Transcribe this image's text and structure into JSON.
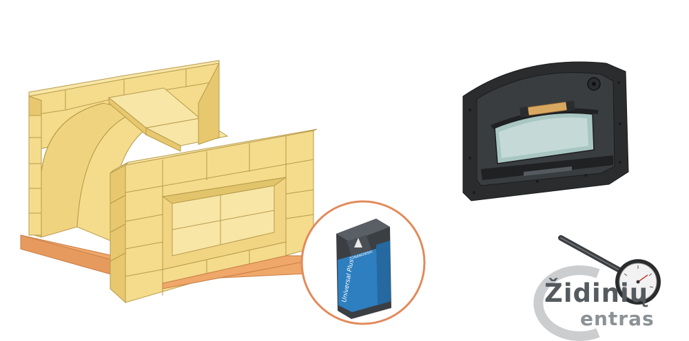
{
  "image": {
    "description_free": true,
    "background": "#ffffff"
  },
  "colors": {
    "brick_face": "#f4dc8c",
    "brick_side": "#e7c86e",
    "brick_top": "#f8e6a6",
    "brick_outline": "#b79a4a",
    "base_slab": "#efa76a",
    "bag_circle": "#e28a5a",
    "bag_blue": "#2e7fc0",
    "door_black": "#2a2c2e",
    "logo_gray": "#555a5f"
  },
  "bag": {
    "brand_text": "TONANOWSKI",
    "product_text": "Universal Plus"
  },
  "logo": {
    "word": "Židinių",
    "sub": "entras"
  },
  "icons": {
    "logo_mark": "c-ring-logo-icon",
    "thermometer": "thermometer-icon",
    "door": "oven-door-icon"
  }
}
